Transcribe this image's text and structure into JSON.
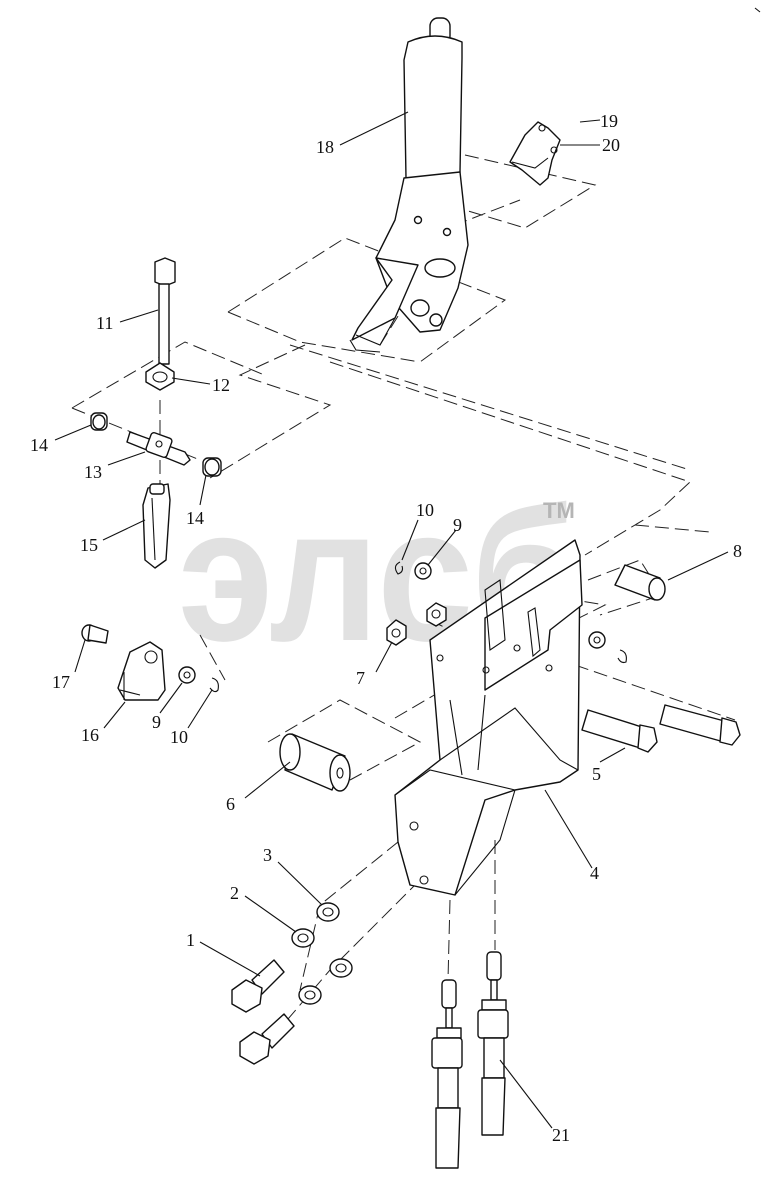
{
  "watermark": {
    "logo": "элсб",
    "trademark": "TM"
  },
  "callouts": {
    "c1": "1",
    "c2": "2",
    "c3": "3",
    "c4": "4",
    "c5": "5",
    "c6": "6",
    "c7": "7",
    "c8": "8",
    "c9a": "9",
    "c9b": "9",
    "c10a": "10",
    "c10b": "10",
    "c11": "11",
    "c12": "12",
    "c13": "13",
    "c14a": "14",
    "c14b": "14",
    "c15": "15",
    "c16": "16",
    "c17": "17",
    "c18": "18",
    "c19": "19",
    "c20": "20",
    "c21": "21"
  }
}
